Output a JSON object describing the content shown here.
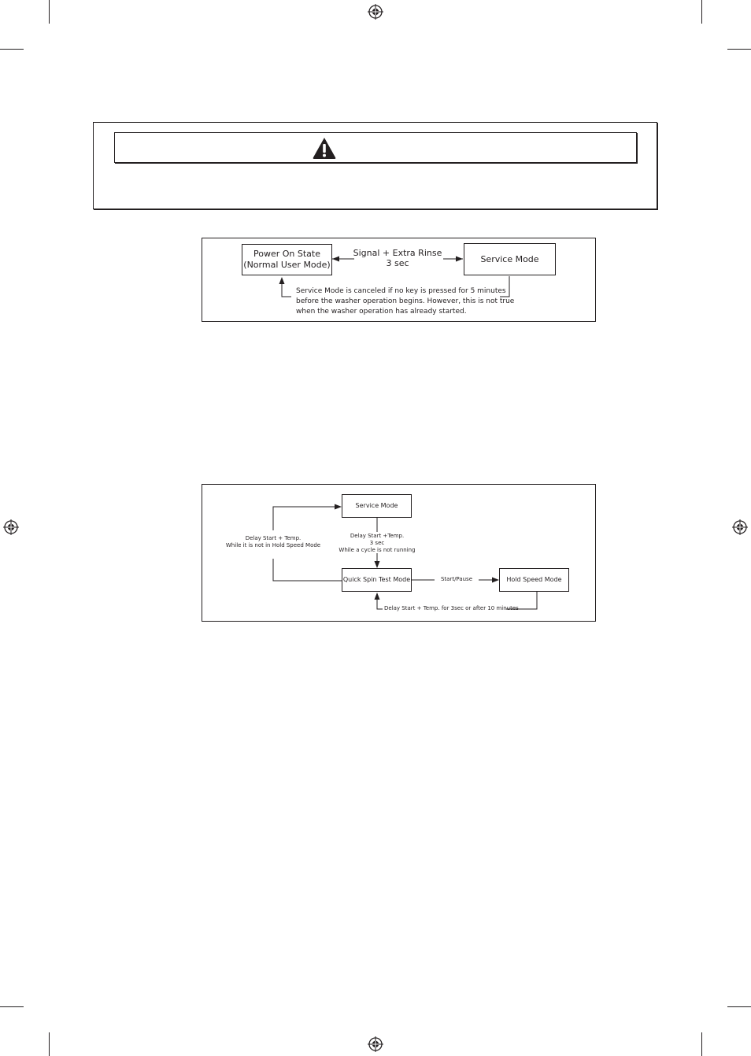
{
  "diagram1": {
    "power_on_state": "Power On State",
    "normal_user_mode": "(Normal User Mode)",
    "service_mode": "Service Mode",
    "signal_extra_rinse": "Signal + Extra Rinse",
    "hold_time": "3 sec",
    "note_line1": "Service Mode is canceled if no key is pressed for 5 minutes",
    "note_line2": "before the washer operation begins. However, this is not true",
    "note_line3": "when the washer operation has already started."
  },
  "diagram2": {
    "service_mode": "Service Mode",
    "quick_spin_test_mode": "Quick Spin Test Mode",
    "hold_speed_mode": "Hold Speed Mode",
    "down_label_line1": "Delay Start +Temp.",
    "down_label_line2": "3 sec",
    "down_label_line3": "While a cycle is not running",
    "left_label_line1": "Delay Start + Temp.",
    "left_label_line2": "While it is not in Hold Speed Mode",
    "start_pause": "Start/Pause",
    "return_label": "Delay Start + Temp. for 3sec or after 10 minutes"
  },
  "icons": {
    "warning": "warning-triangle-icon",
    "registration": "registration-mark-icon"
  }
}
